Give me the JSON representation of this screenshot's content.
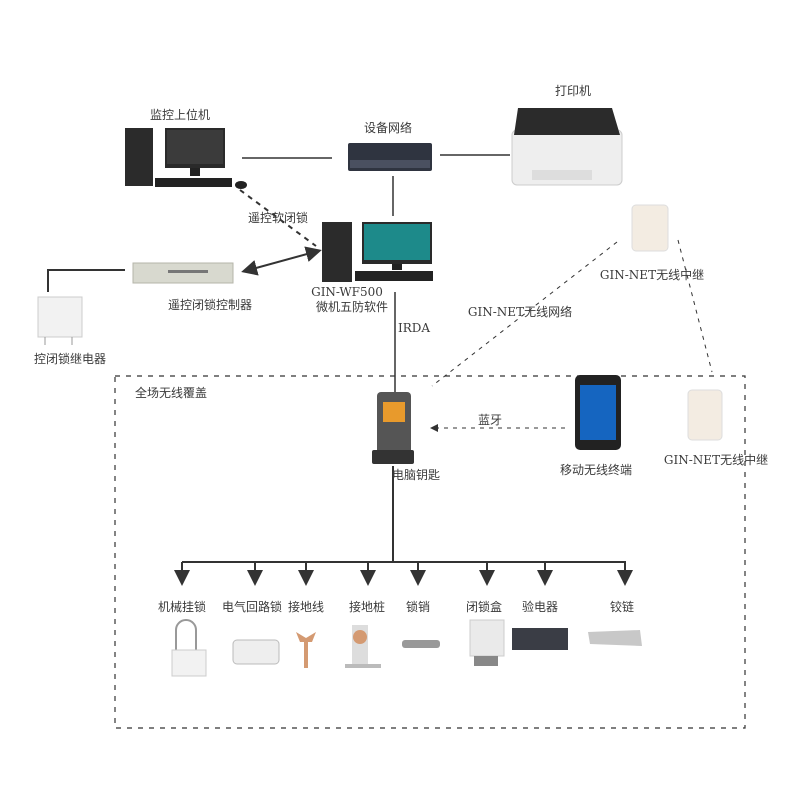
{
  "nodes": {
    "monitor_pc": "监控上位机",
    "network": "设备网络",
    "printer": "打印机",
    "soft_lock": "遥控软闭锁",
    "wf500_model": "GIN-WF500",
    "wf500_name": "微机五防软件",
    "controller": "遥控闭锁控制器",
    "relay": "控闭锁继电器",
    "irda": "IRDA",
    "wireless_network": "GIN-NET无线网络",
    "repeater_1": "GIN-NET无线中继",
    "repeater_2": "GIN-NET无线中继",
    "coverage": "全场无线覆盖",
    "key": "电脑钥匙",
    "bluetooth": "蓝牙",
    "mobile": "移动无线终端"
  },
  "devices": [
    "机械挂锁",
    "电气回路锁",
    "接地线",
    "接地桩",
    "锁销",
    "闭锁盒",
    "验电器",
    "铰链"
  ],
  "colors": {
    "line": "#333333",
    "device_gray": "#cfcfcf",
    "dark": "#2b2b2b",
    "screen_teal": "#1d8a8a",
    "copper": "#d49a72"
  }
}
